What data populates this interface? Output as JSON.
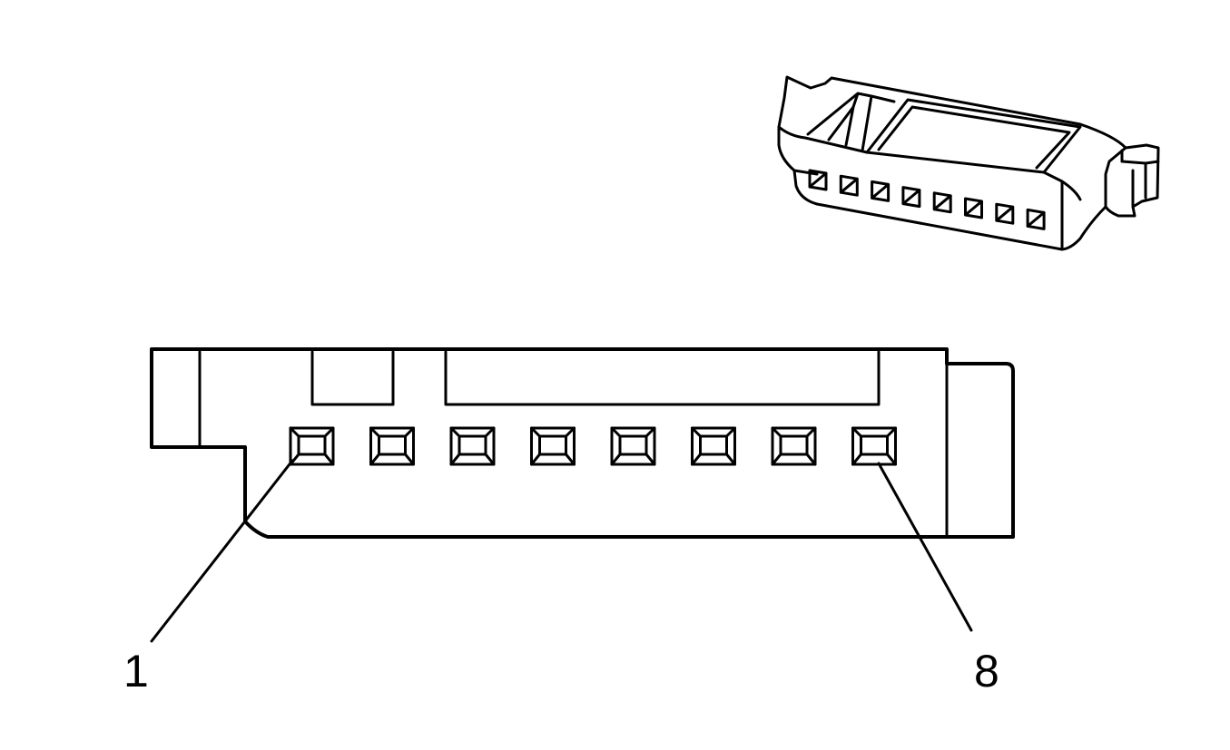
{
  "colors": {
    "line": "#000000",
    "background": "#ffffff"
  },
  "connector": {
    "cavity_count": 8
  },
  "labels": {
    "first_pin": "1",
    "last_pin": "8"
  }
}
